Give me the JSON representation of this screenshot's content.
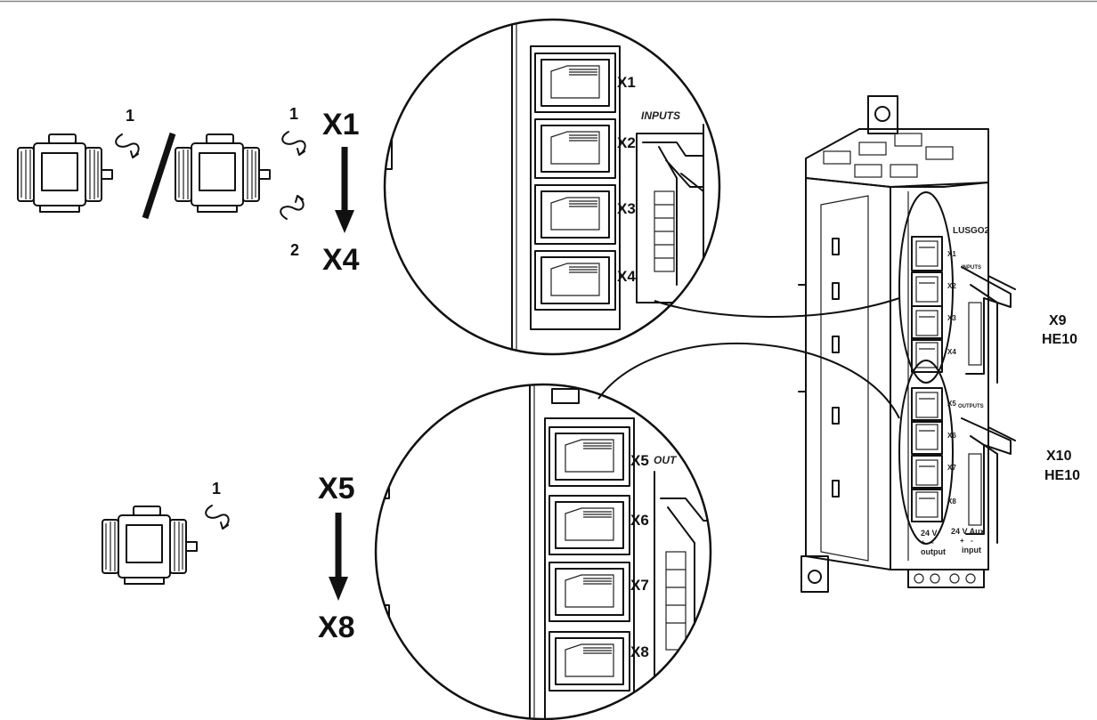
{
  "diagram": {
    "top_group": {
      "rotation_labels": [
        "1",
        "1",
        "2"
      ],
      "range_start": "X1",
      "range_end": "X4",
      "zoom_port_labels": [
        "X1",
        "X2",
        "X3",
        "X4"
      ],
      "zoom_connector_label": "INPUTS"
    },
    "bottom_group": {
      "rotation_label": "1",
      "range_start": "X5",
      "range_end": "X8",
      "zoom_port_labels": [
        "X5",
        "X6",
        "X7",
        "X8"
      ],
      "zoom_connector_label": "OUT"
    },
    "device": {
      "model": "LUSGO2",
      "port_labels": [
        "X1",
        "X2",
        "X3",
        "X4",
        "X5",
        "X6",
        "X7",
        "X8"
      ],
      "inputs_label": "INPUTS",
      "outputs_label": "OUTPUTS",
      "power_output": [
        "24 V",
        "+",
        "-",
        "output"
      ],
      "power_input": [
        "24 V Aux",
        "+",
        "-",
        "input"
      ]
    },
    "connectors": [
      {
        "id": "X9",
        "type": "HE10"
      },
      {
        "id": "X10",
        "type": "HE10"
      }
    ]
  }
}
